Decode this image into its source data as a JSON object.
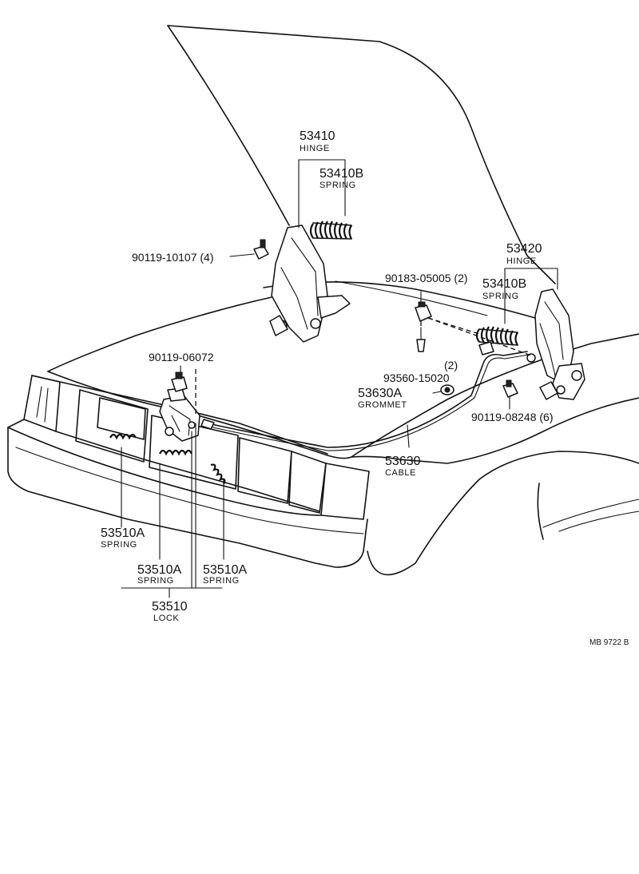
{
  "labels": {
    "hinge_left": {
      "number": "53410",
      "name": "HINGE"
    },
    "spring_left": {
      "number": "53410B",
      "name": "SPRING"
    },
    "bolt_left": {
      "number": "90119-10107 (4)"
    },
    "hinge_right": {
      "number": "53420",
      "name": "HINGE"
    },
    "clip_right": {
      "number": "90183-05005 (2)"
    },
    "spring_right": {
      "number": "53410B",
      "name": "SPRING"
    },
    "bolt_lock": {
      "number": "90119-06072"
    },
    "clip_qty": {
      "number": "(2)"
    },
    "clip_part": {
      "number": "93560-15020"
    },
    "grommet": {
      "number": "53630A",
      "name": "GROMMET"
    },
    "bolt_right": {
      "number": "90119-08248 (6)"
    },
    "cable": {
      "number": "53630",
      "name": "CABLE"
    },
    "spring_lock_1": {
      "number": "53510A",
      "name": "SPRING"
    },
    "spring_lock_2": {
      "number": "53510A",
      "name": "SPRING"
    },
    "spring_lock_3": {
      "number": "53510A",
      "name": "SPRING"
    },
    "lock": {
      "number": "53510",
      "name": "LOCK"
    }
  },
  "drawing_code": "MB 9722 B"
}
